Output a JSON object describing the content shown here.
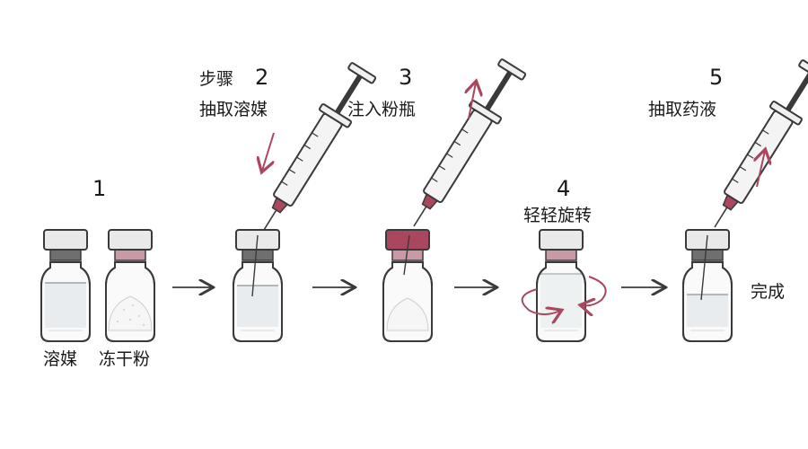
{
  "steps": {
    "s1": {
      "number": "1",
      "label_left": "溶媒",
      "label_right": "冻干粉"
    },
    "s2": {
      "prefix": "步骤",
      "number": "2",
      "label": "抽取溶媒"
    },
    "s3": {
      "number": "3",
      "label": "注入粉瓶"
    },
    "s4": {
      "number": "4",
      "label": "轻轻旋转"
    },
    "s5": {
      "number": "5",
      "label": "抽取药液"
    },
    "done": {
      "label": "完成"
    }
  },
  "colors": {
    "outline": "#3a3a3a",
    "accent": "#a8475e",
    "cap_light": "#e9e9e9",
    "cap_dark": "#7a7a7a",
    "liquid": "#e8ecee",
    "glass": "#fafafa"
  }
}
